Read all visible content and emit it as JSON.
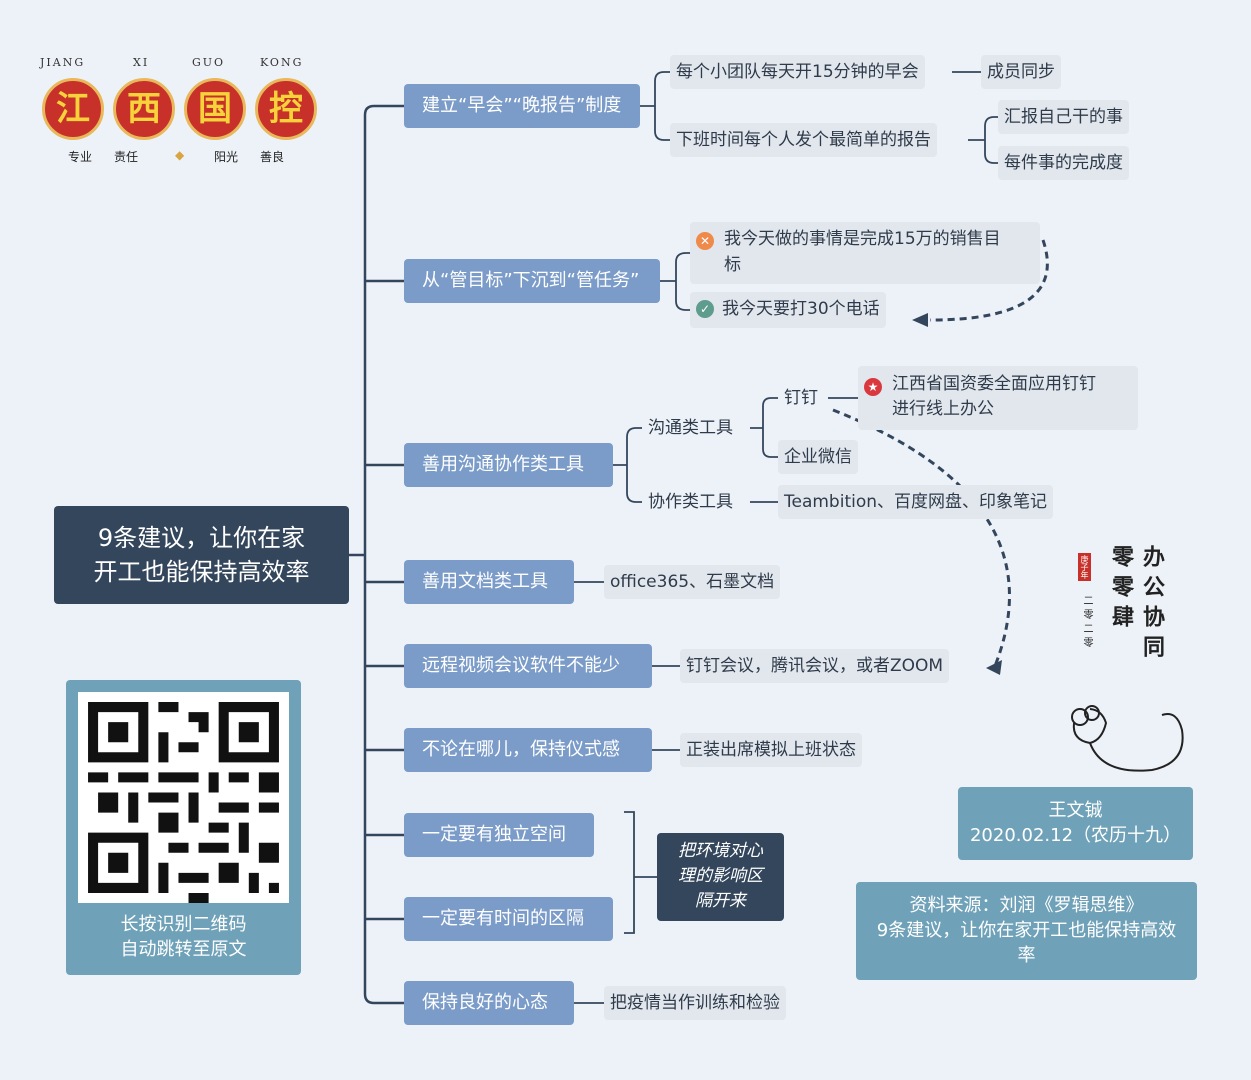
{
  "logo": {
    "pinyin": [
      "JIANG",
      "XI",
      "GUO",
      "KONG"
    ],
    "chars": [
      "江",
      "西",
      "国",
      "控"
    ],
    "slogans": [
      "专业",
      "责任",
      "阳光",
      "善良"
    ]
  },
  "center": {
    "line1": "9条建议，让你在家",
    "line2": "开工也能保持高效率"
  },
  "branches": [
    {
      "label": "建立“早会”“晚报告”制度",
      "children": [
        {
          "label": "每个小团队每天开15分钟的早会",
          "children": [
            "成员同步"
          ]
        },
        {
          "label": "下班时间每个人发个最简单的报告",
          "children": [
            "汇报自己干的事",
            "每件事的完成度"
          ]
        }
      ]
    },
    {
      "label": "从“管目标”下沉到“管任务”",
      "children": [
        {
          "label": "我今天做的事情是完成15万的销售目标",
          "icon": "cross-icon"
        },
        {
          "label": "我今天要打30个电话",
          "icon": "check-icon"
        }
      ]
    },
    {
      "label": "善用沟通协作类工具",
      "children": [
        {
          "label": "沟通类工具",
          "children": [
            {
              "label": "钉钉",
              "note": "江西省国资委全面应用钉钉进行线上办公"
            },
            {
              "label": "企业微信"
            }
          ]
        },
        {
          "label": "协作类工具",
          "children": [
            {
              "label": "Teambition、百度网盘、印象笔记"
            }
          ]
        }
      ]
    },
    {
      "label": "善用文档类工具",
      "children": [
        "office365、石墨文档"
      ]
    },
    {
      "label": "远程视频会议软件不能少",
      "children": [
        "钉钉会议，腾讯会议，或者ZOOM"
      ]
    },
    {
      "label": "不论在哪儿，保持仪式感",
      "children": [
        "正装出席模拟上班状态"
      ]
    },
    {
      "label": "一定要有独立空间"
    },
    {
      "label": "一定要有时间的区隔"
    },
    {
      "label": "保持良好的心态",
      "children": [
        "把疫情当作训练和检验"
      ]
    }
  ],
  "summary": {
    "line1": "把环境对心",
    "line2": "理的影响区",
    "line3": "隔开来"
  },
  "note_lines": [
    "江西省国资委全面应用钉钉",
    "进行线上办公"
  ],
  "goal_lines": [
    "我今天做的事情是完成15万的销售目",
    "标"
  ],
  "qr": {
    "line1": "长按识别二维码",
    "line2": "自动跳转至原文"
  },
  "calligraphy": {
    "col1": "办公协同",
    "col2": "零零肆",
    "stamp": "庚子年",
    "date": "二零二零"
  },
  "author": {
    "name": "王文铖",
    "date": "2020.02.12（农历十九）"
  },
  "source": {
    "line1": "资料来源：刘润《罗辑思维》",
    "line2": "9条建议，让你在家开工也能保持高效",
    "line3": "率"
  },
  "colors": {
    "background": "#edf2f8",
    "node": "#7b9cc8",
    "center": "#34465c",
    "leaf": "#e2e7ee",
    "teal": "#6fa2b8"
  }
}
